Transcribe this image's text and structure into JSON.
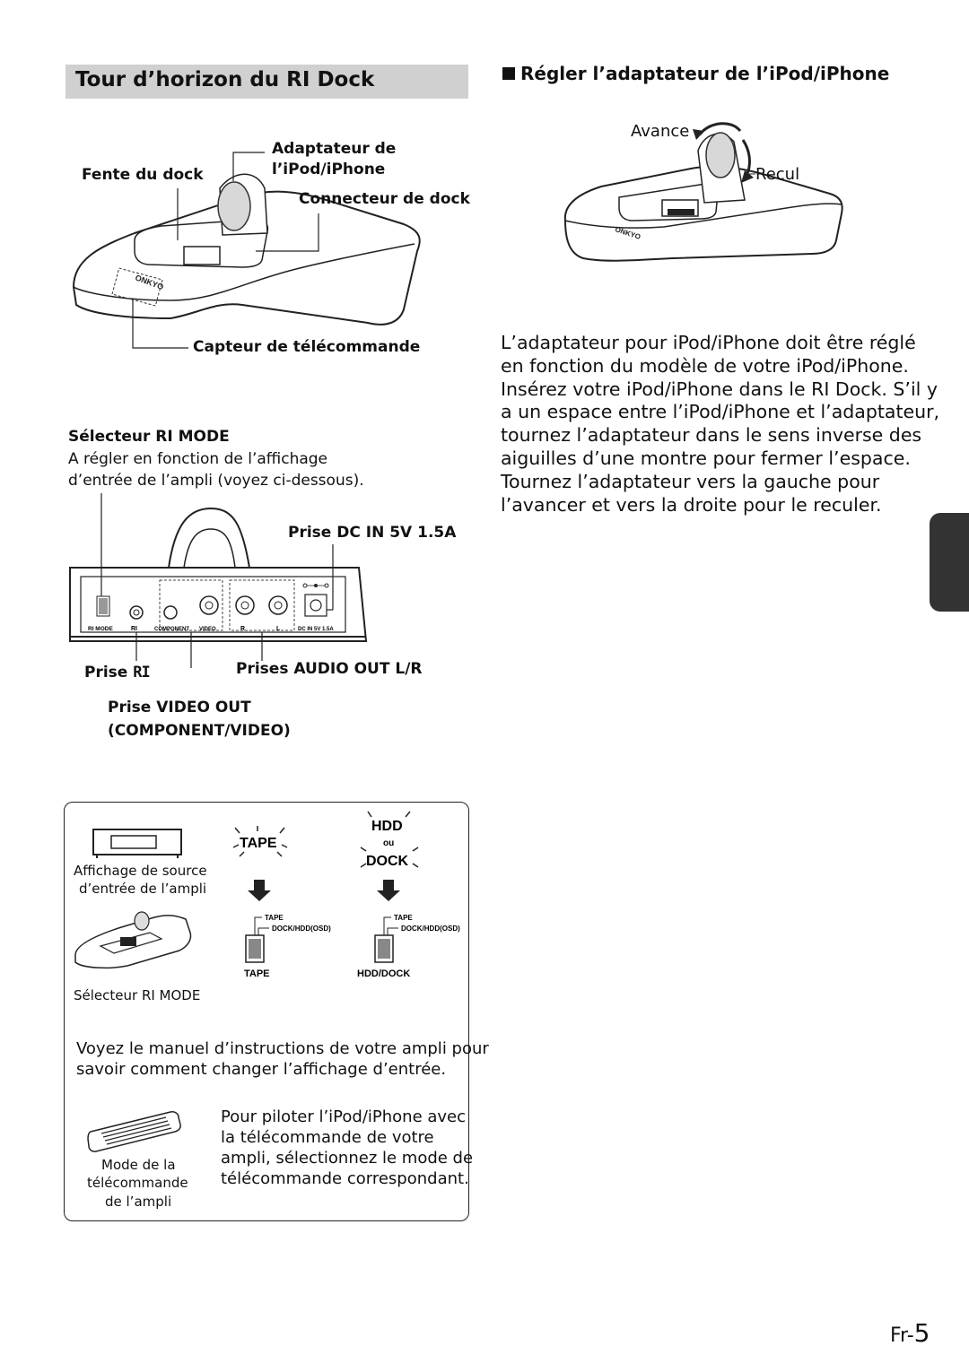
{
  "left": {
    "title": "Tour d’horizon du RI Dock",
    "top_diagram": {
      "adapter_label_1": "Adaptateur de",
      "adapter_label_2": "l’iPod/iPhone",
      "slot_label": "Fente du dock",
      "connector_label": "Connecteur de dock",
      "sensor_label": "Capteur de télécommande",
      "brand": "ONKYO"
    },
    "rimode": {
      "title": "Sélecteur RI MODE",
      "desc_1": "A régler en fonction de l’affichage",
      "desc_2": "d’entrée de l’ampli (voyez ci-dessous)."
    },
    "rear_panel": {
      "dc_label": "Prise DC IN 5V 1.5A",
      "ri_label": "Prise",
      "ri_symbol": "RI",
      "audio_label": "Prises AUDIO OUT L/R",
      "video_label_1": "Prise VIDEO OUT",
      "video_label_2": "(COMPONENT/VIDEO)",
      "panel_labels": [
        "RI MODE",
        "RI",
        "COMPONENT",
        "VIDEO",
        "R",
        "L",
        "DC IN 5V 1.5A"
      ]
    },
    "box": {
      "display_caption_1": "Affichage de source",
      "display_caption_2": "d’entrée de l’ampli",
      "tape_word": "TAPE",
      "hdd_word": "HDD",
      "or_word": "ou",
      "dock_word": "DOCK",
      "switch_top": "TAPE",
      "switch_bottom": "DOCK/HDD(OSD)",
      "tape_caption": "TAPE",
      "hdddock_caption": "HDD/DOCK",
      "selector_caption": "Sélecteur RI MODE",
      "note_1": "Voyez le manuel d’instructions de votre ampli pour",
      "note_2": "savoir comment changer l’affichage d’entrée.",
      "remote_caption_1": "Mode de la",
      "remote_caption_2": "télécommande",
      "remote_caption_3": "de l’ampli",
      "remote_text_1": "Pour piloter l’iPod/iPhone avec",
      "remote_text_2": "la télécommande de votre",
      "remote_text_3": "ampli, sélectionnez le mode de",
      "remote_text_4": "télécommande correspondant."
    }
  },
  "right": {
    "heading": "Régler l’adaptateur de l’iPod/iPhone",
    "avance": "Avance",
    "recul": "Recul",
    "brand": "ONKYO",
    "paragraph": [
      "L’adaptateur pour iPod/iPhone doit être réglé",
      "en fonction du modèle de votre iPod/iPhone.",
      "Insérez votre iPod/iPhone dans le RI Dock. S’il y",
      "a un espace entre l’iPod/iPhone et l’adaptateur,",
      "tournez l’adaptateur dans le sens inverse des",
      "aiguilles d’une montre pour fermer l’espace.",
      "Tournez l’adaptateur vers la gauche pour",
      "l’avancer et vers la droite pour le reculer."
    ]
  },
  "footer": {
    "prefix": "Fr-",
    "page": "5"
  }
}
